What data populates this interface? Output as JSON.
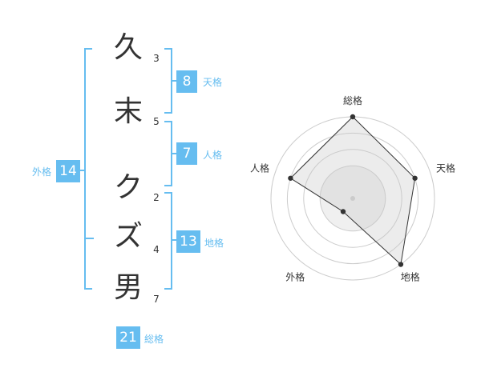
{
  "name": {
    "characters": [
      {
        "char": "久",
        "strokes": "3"
      },
      {
        "char": "末",
        "strokes": "5"
      },
      {
        "char": "ク",
        "strokes": "2"
      },
      {
        "char": "ズ",
        "strokes": "4"
      },
      {
        "char": "男",
        "strokes": "7"
      }
    ]
  },
  "fortunes": {
    "tenkaku": {
      "value": "8",
      "label": "天格"
    },
    "jinkaku": {
      "value": "7",
      "label": "人格"
    },
    "chikaku": {
      "value": "13",
      "label": "地格"
    },
    "gaikaku": {
      "value": "14",
      "label": "外格"
    },
    "soukaku": {
      "value": "21",
      "label": "総格"
    }
  },
  "colors": {
    "accent": "#66bdf0",
    "text": "#333333",
    "fill": "#eeeeee",
    "ring": "#cccccc"
  },
  "chart_data": {
    "type": "radar",
    "axes": [
      "総格",
      "天格",
      "地格",
      "外格",
      "人格"
    ],
    "values": [
      5,
      4,
      5,
      1,
      4
    ],
    "scale_max": 5,
    "rings": 5
  }
}
